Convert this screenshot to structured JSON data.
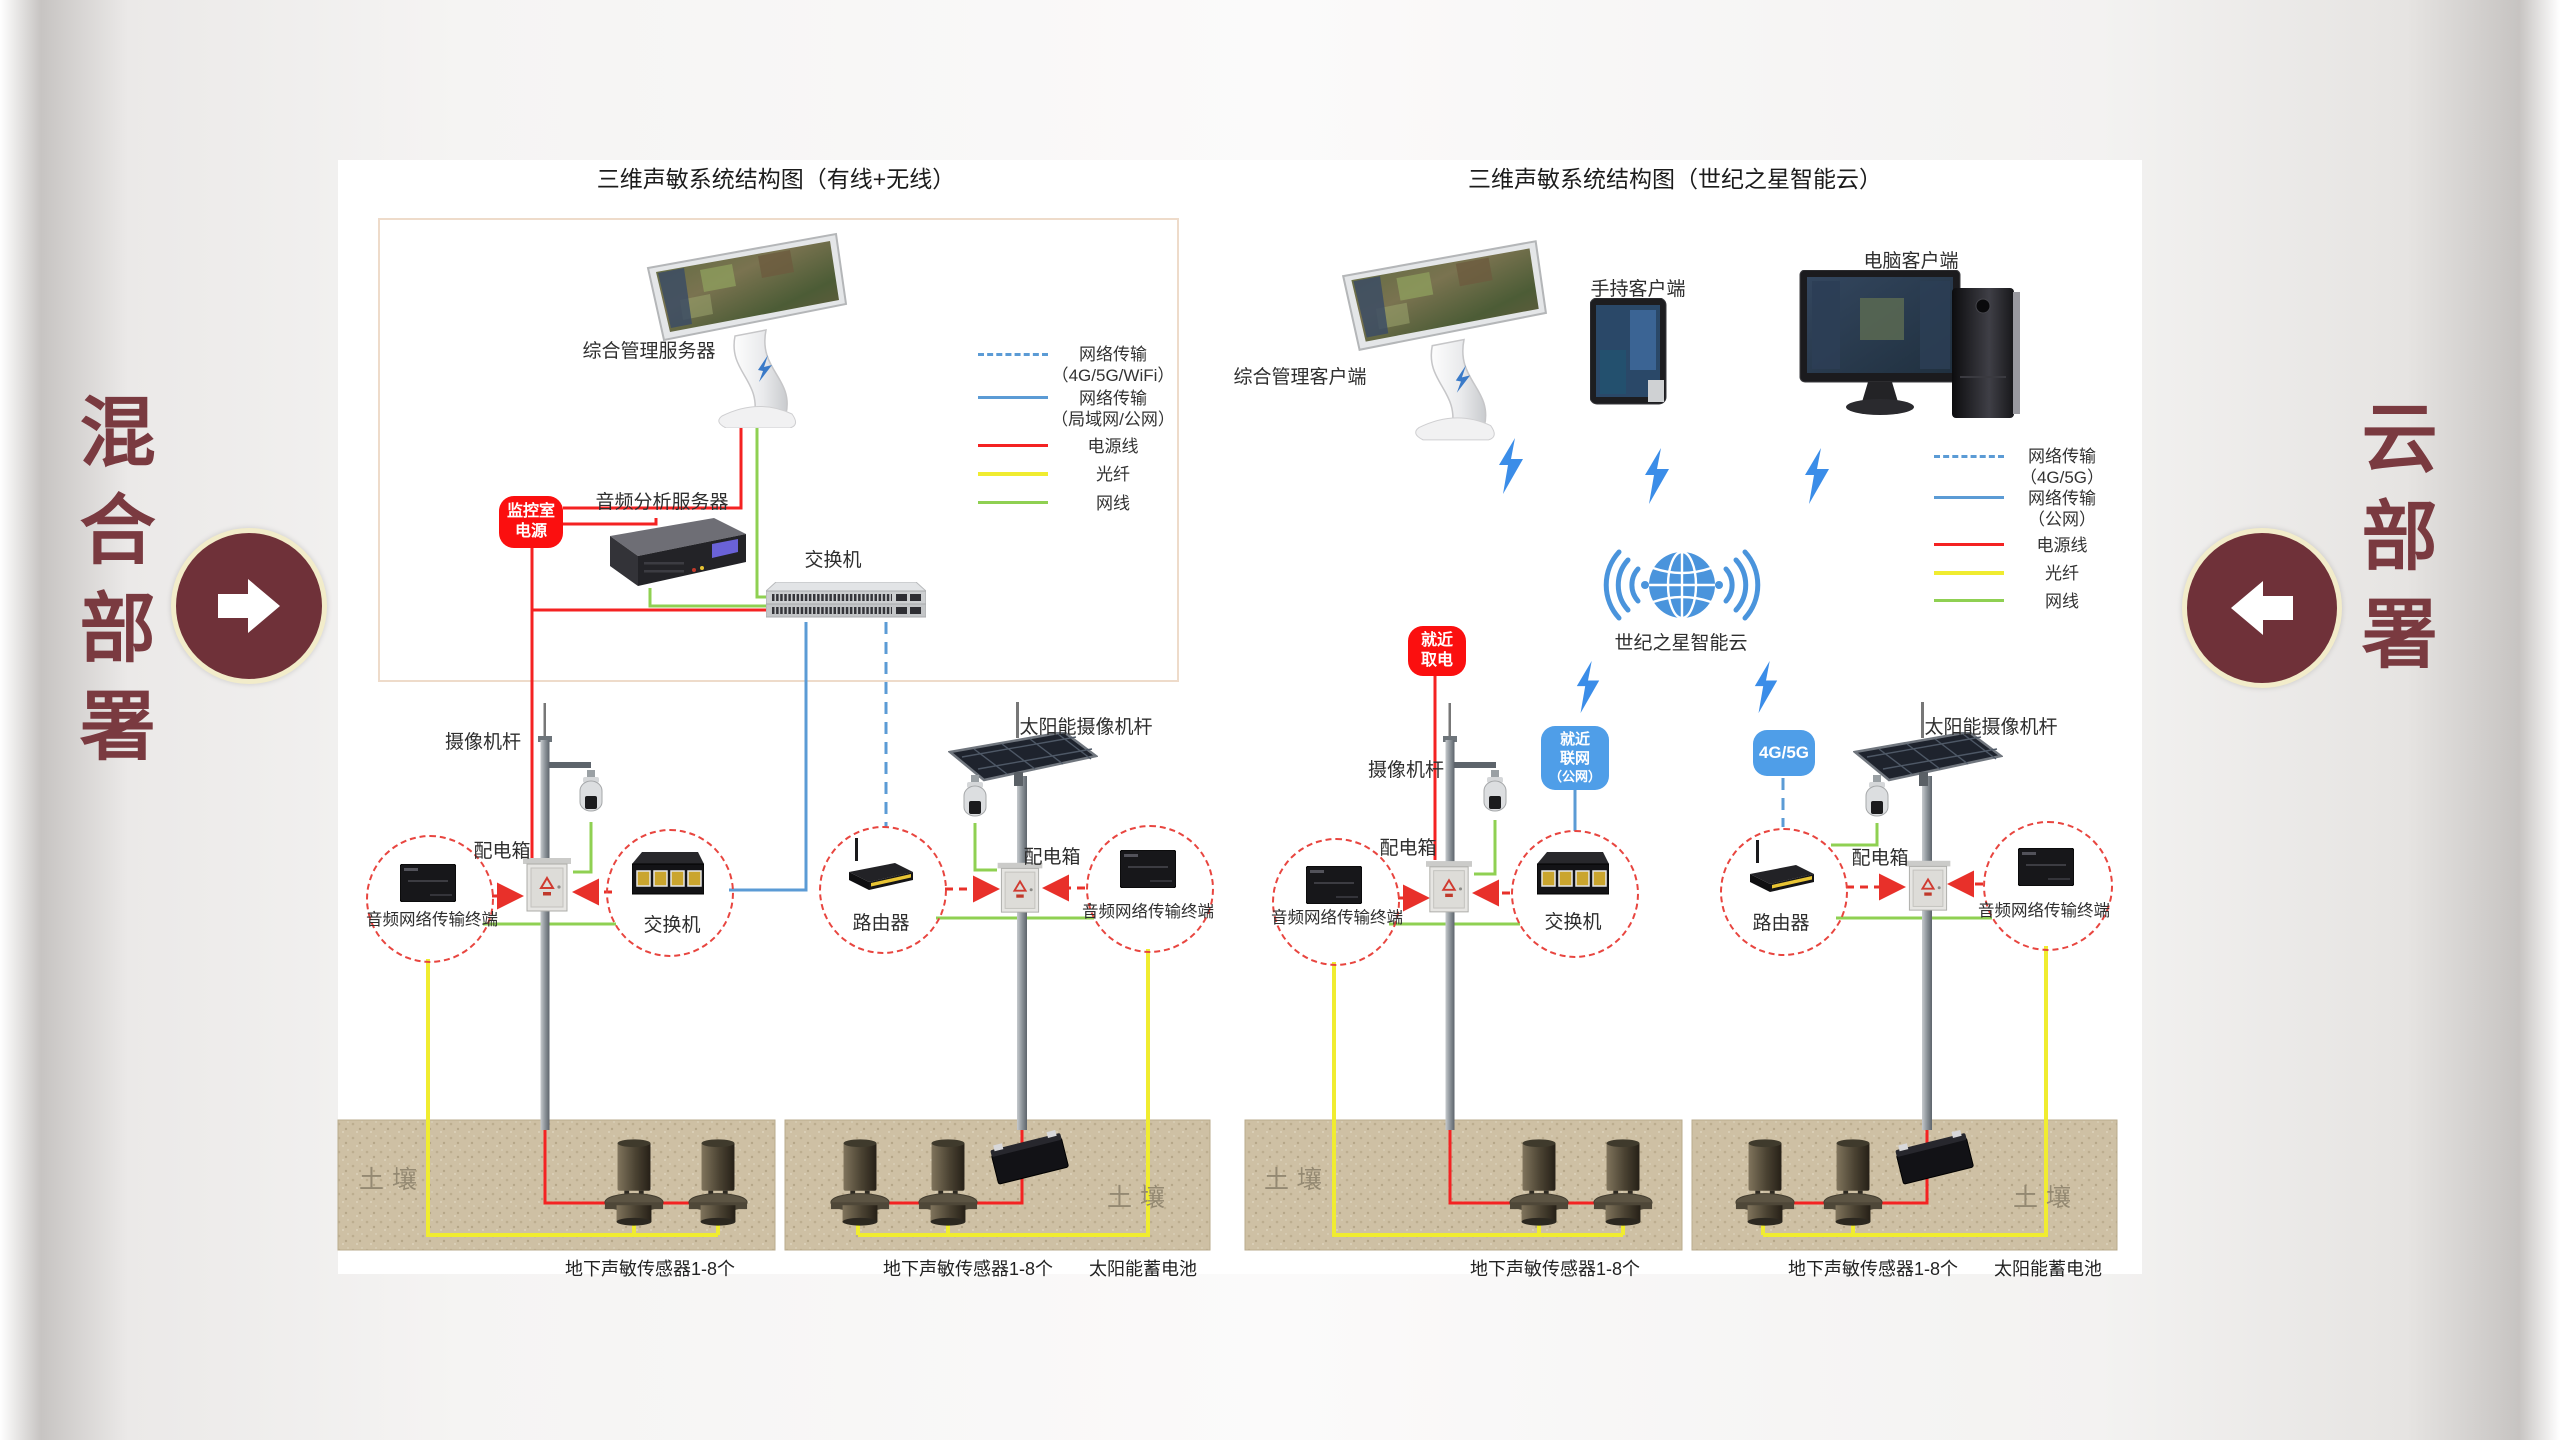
{
  "side_tags": {
    "left": "混合部署",
    "right": "云部署"
  },
  "colors": {
    "accent_maroon": "#7a3a40",
    "nav_circle": "#6f3139",
    "nav_ring": "#f2ecca",
    "line_blue": "#5b9bd5",
    "line_red": "#f42222",
    "line_yellow": "#f0ec30",
    "line_green": "#8fd052",
    "badge_red": "#fb0f0f",
    "badge_blue": "#4f9ee8",
    "cloud_blue": "#4a94dc",
    "soil": "#cec0a4",
    "circle_dashed_red": "#e8453f",
    "inner_box_border": "#eedbca"
  },
  "panels": {
    "left": {
      "title": "三维声敏系统结构图（有线+无线）",
      "legend": [
        {
          "l1": "网络传输",
          "l2": "（4G/5G/WiFi）"
        },
        {
          "l1": "网络传输",
          "l2": "（局域网/公网）"
        },
        {
          "l1": "电源线",
          "l2": ""
        },
        {
          "l1": "光纤",
          "l2": ""
        },
        {
          "l1": "网线",
          "l2": ""
        }
      ],
      "server_label": "综合管理服务器",
      "audio_server_label": "音频分析服务器",
      "switch_label": "交换机",
      "power_badge": {
        "l1": "监控室",
        "l2": "电源"
      },
      "camera_pole_label": "摄像机杆",
      "solar_pole_label": "太阳能摄像机杆",
      "distbox1_label": "配电箱",
      "distbox2_label": "配电箱",
      "terminal1_label": "音频网络传输终端",
      "pole_switch_label": "交换机",
      "router_label": "路由器",
      "terminal2_label": "音频网络传输终端",
      "soil1_label": "土壤",
      "soil2_label": "土壤",
      "sensors1_caption": "地下声敏传感器1-8个",
      "sensors2_caption": "地下声敏传感器1-8个",
      "battery_caption": "太阳能蓄电池"
    },
    "right": {
      "title": "三维声敏系统结构图（世纪之星智能云）",
      "legend": [
        {
          "l1": "网络传输",
          "l2": "（4G/5G）"
        },
        {
          "l1": "网络传输",
          "l2": "（公网）"
        },
        {
          "l1": "电源线",
          "l2": ""
        },
        {
          "l1": "光纤",
          "l2": ""
        },
        {
          "l1": "网线",
          "l2": ""
        }
      ],
      "mgmt_client_label": "综合管理客户端",
      "handheld_client_label": "手持客户端",
      "pc_client_label": "电脑客户端",
      "cloud_label": "世纪之星智能云",
      "power_badge": {
        "l1": "就近",
        "l2": "取电"
      },
      "net_badge": {
        "l1": "就近",
        "l2": "联网",
        "l3": "（公网）"
      },
      "g_badge": "4G/5G",
      "camera_pole_label": "摄像机杆",
      "solar_pole_label": "太阳能摄像机杆",
      "distbox1_label": "配电箱",
      "distbox2_label": "配电箱",
      "terminal1_label": "音频网络传输终端",
      "pole_switch_label": "交换机",
      "router_label": "路由器",
      "terminal2_label": "音频网络传输终端",
      "soil1_label": "土壤",
      "soil2_label": "土壤",
      "sensors1_caption": "地下声敏传感器1-8个",
      "sensors2_caption": "地下声敏传感器1-8个",
      "battery_caption": "太阳能蓄电池"
    }
  }
}
